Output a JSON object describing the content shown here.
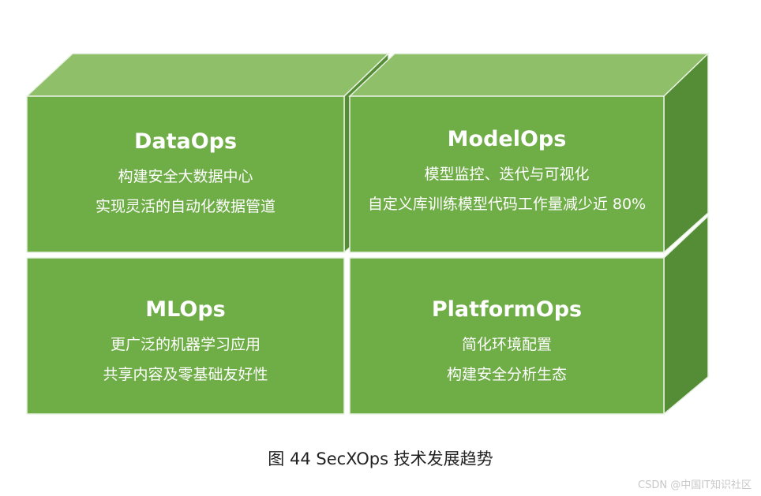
{
  "colors": {
    "front": "#6fad47",
    "top": "#8fbf69",
    "side": "#558d36",
    "edge": "#e9f2e3"
  },
  "boxes": [
    {
      "title": "DataOps",
      "lines": [
        "构建安全大数据中心",
        "实现灵活的自动化数据管道"
      ]
    },
    {
      "title": "ModelOps",
      "lines": [
        "模型监控、迭代与可视化",
        "自定义库训练模型代码工作量减少近  80%"
      ]
    },
    {
      "title": "MLOps",
      "lines": [
        "更广泛的机器学习应用",
        "共享内容及零基础友好性"
      ]
    },
    {
      "title": "PlatformOps",
      "lines": [
        "简化环境配置",
        "构建安全分析生态"
      ]
    }
  ],
  "caption": "图 44    SecXOps 技术发展趋势",
  "watermark": "CSDN @中国IT知识社区"
}
